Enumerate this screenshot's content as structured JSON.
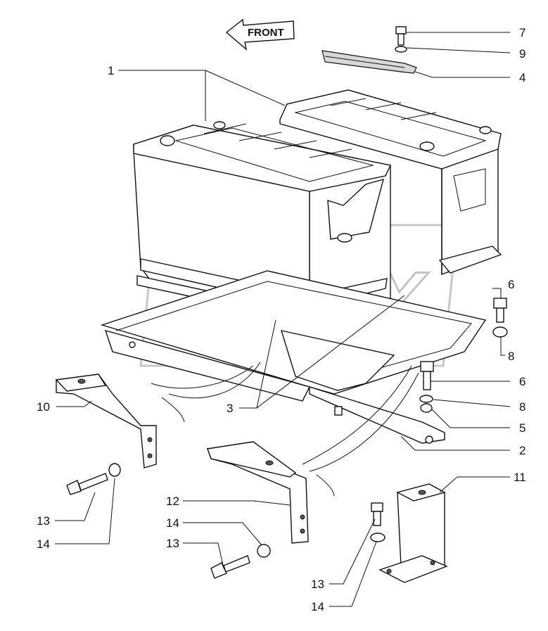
{
  "front_arrow": {
    "label": "FRONT"
  },
  "watermark": {
    "text": "OPEX"
  },
  "callouts": [
    {
      "id": "c1",
      "label": "1"
    },
    {
      "id": "c7",
      "label": "7"
    },
    {
      "id": "c9",
      "label": "9"
    },
    {
      "id": "c4",
      "label": "4"
    },
    {
      "id": "c6a",
      "label": "6"
    },
    {
      "id": "c8a",
      "label": "8"
    },
    {
      "id": "c6b",
      "label": "6"
    },
    {
      "id": "c8b",
      "label": "8"
    },
    {
      "id": "c5",
      "label": "5"
    },
    {
      "id": "c2",
      "label": "2"
    },
    {
      "id": "c3",
      "label": "3"
    },
    {
      "id": "c10",
      "label": "10"
    },
    {
      "id": "c11",
      "label": "11"
    },
    {
      "id": "c12",
      "label": "12"
    },
    {
      "id": "c13a",
      "label": "13"
    },
    {
      "id": "c14a",
      "label": "14"
    },
    {
      "id": "c14b",
      "label": "14"
    },
    {
      "id": "c13b",
      "label": "13"
    },
    {
      "id": "c13c",
      "label": "13"
    },
    {
      "id": "c14c",
      "label": "14"
    }
  ]
}
